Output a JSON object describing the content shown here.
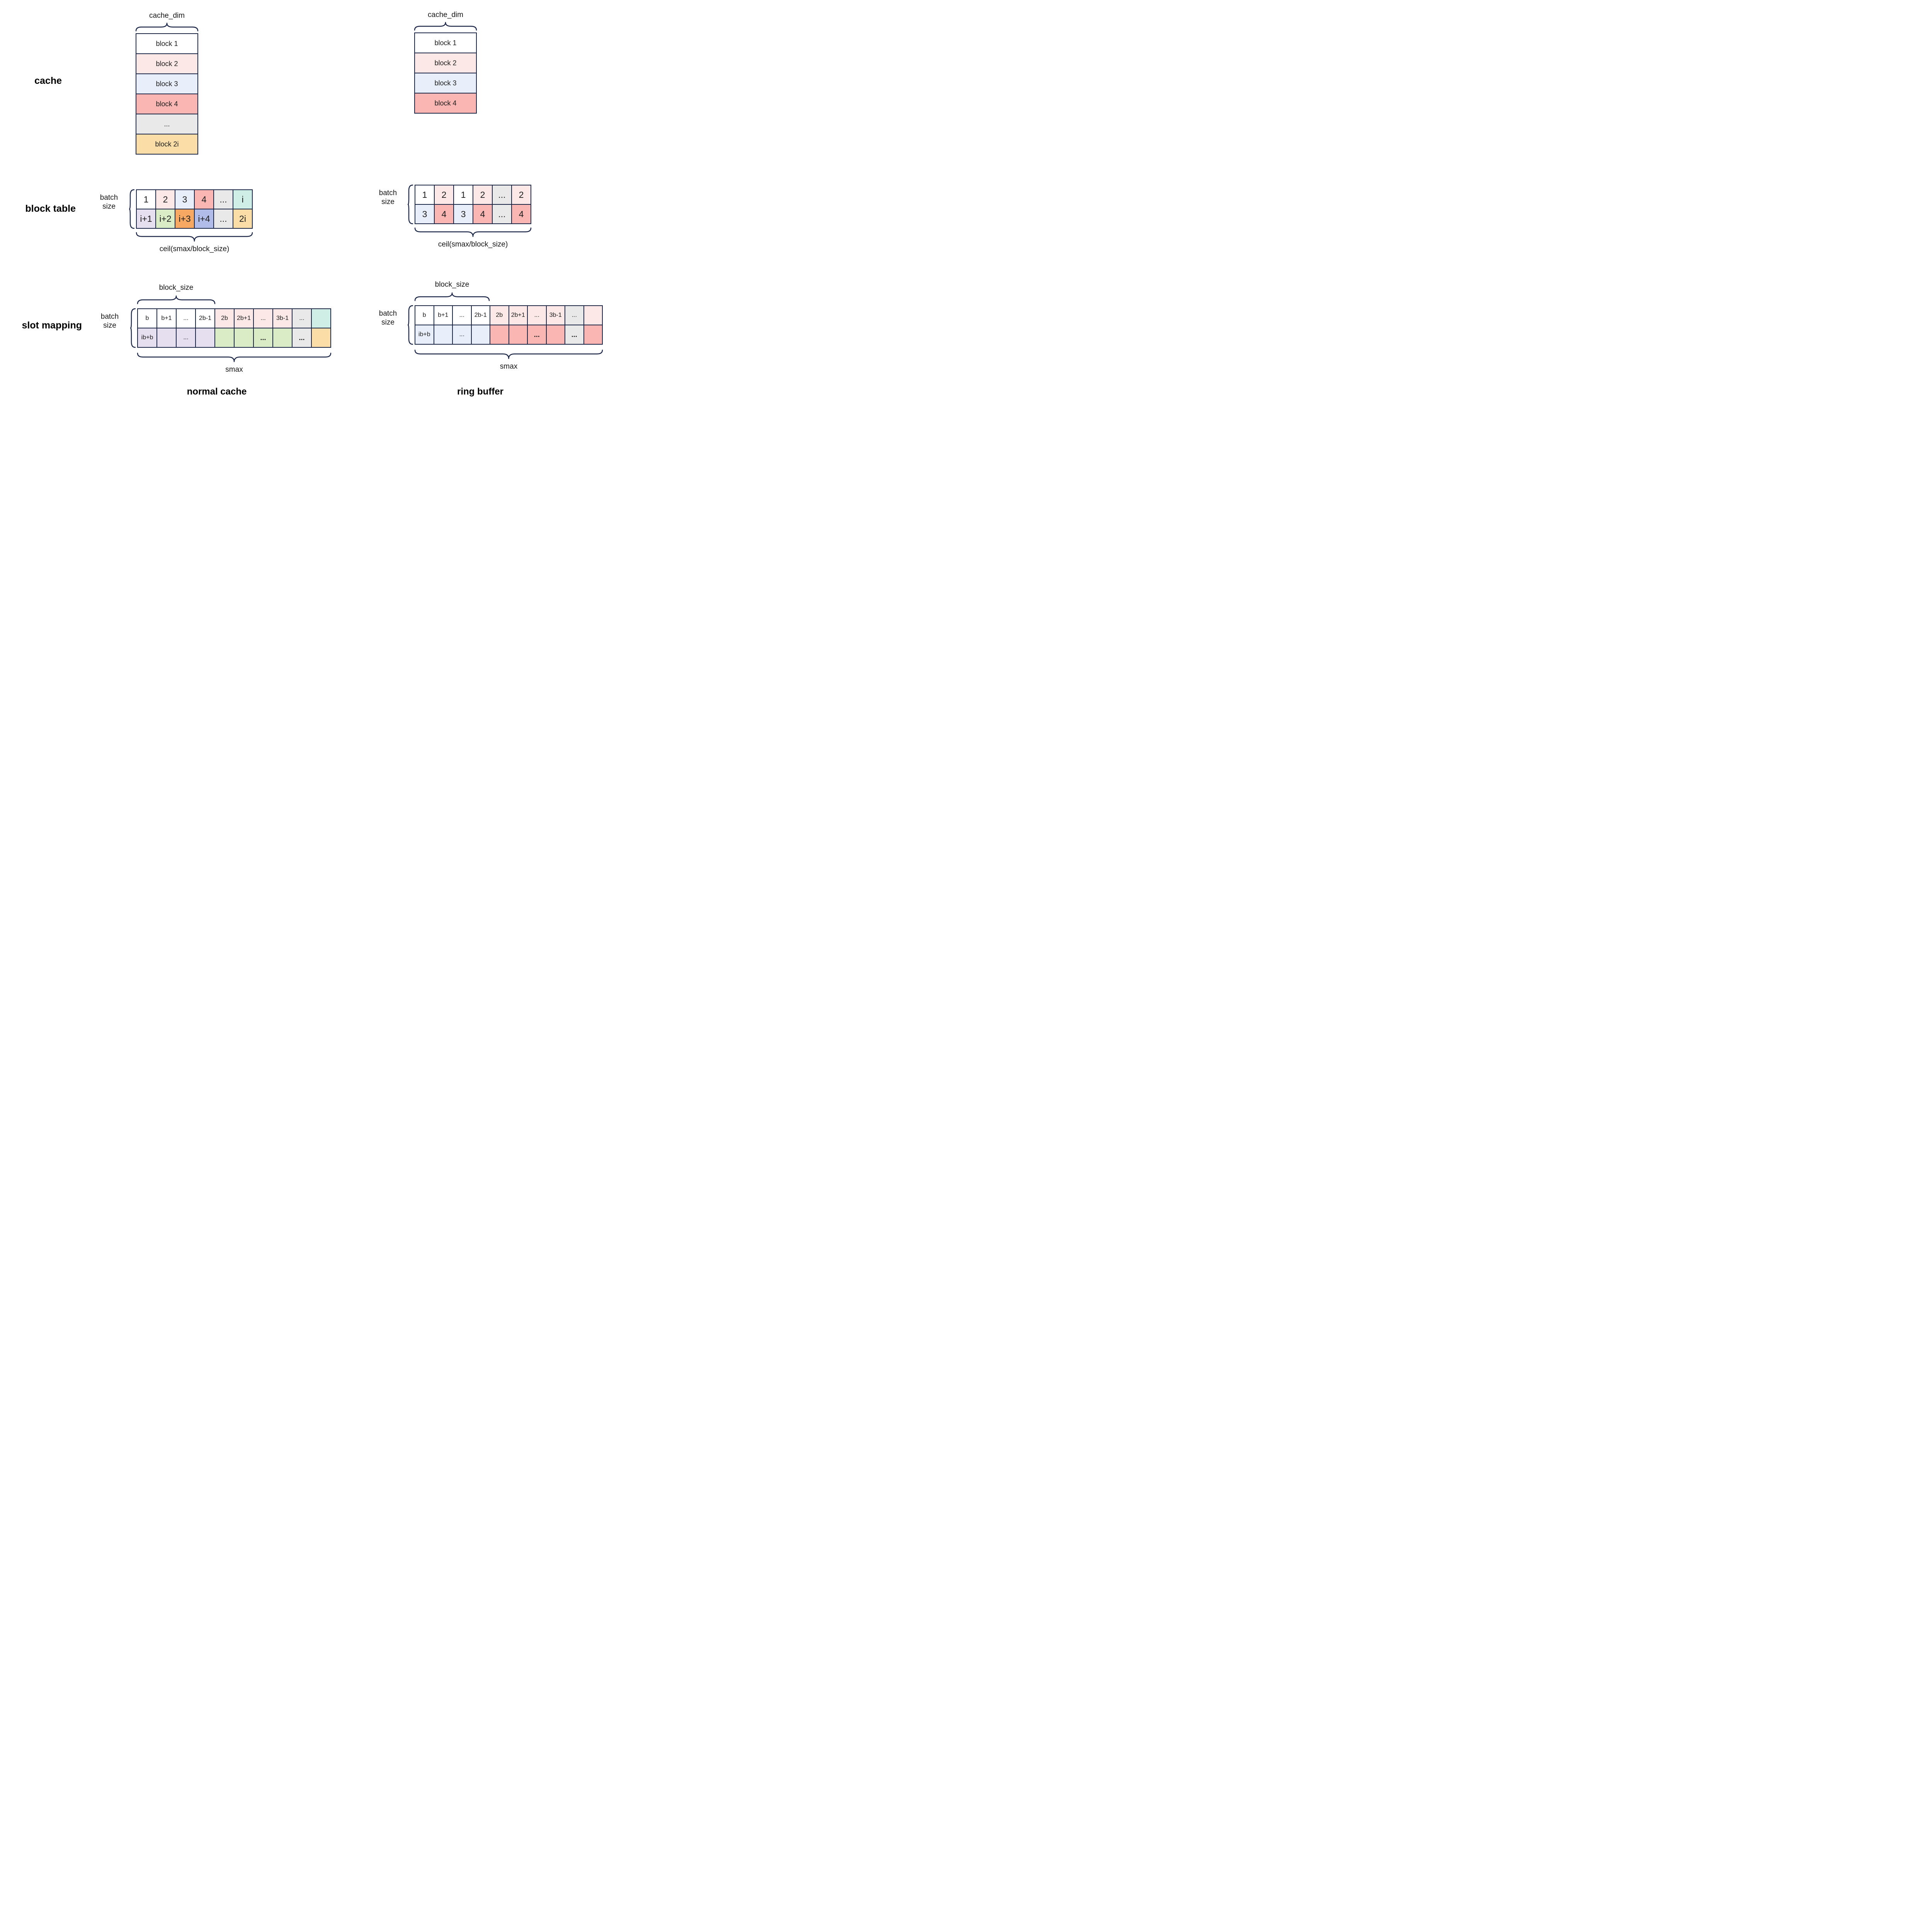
{
  "colors": {
    "white": "#ffffff",
    "pink": "#fce8e6",
    "blue": "#e8eefa",
    "salmon": "#f9b6b2",
    "gray": "#e9e9e9",
    "tan": "#fbdda8",
    "teal": "#cfeee6",
    "lavender": "#e5dff0",
    "green": "#d9ecc6",
    "orange": "#f7a963",
    "periwinkle": "#b2bce8",
    "line": "#1b2546"
  },
  "labels": {
    "cache": "cache",
    "block_table": "block table",
    "slot_mapping": "slot mapping",
    "cache_dim": "cache_dim",
    "batch": "batch",
    "size": "size",
    "ceil": "ceil(smax/block_size)",
    "block_size": "block_size",
    "smax": "smax",
    "normal_cache": "normal cache",
    "ring_buffer": "ring buffer"
  },
  "normal": {
    "cache": [
      [
        {
          "t": "block 1",
          "c": "white"
        }
      ],
      [
        {
          "t": "block 2",
          "c": "pink"
        }
      ],
      [
        {
          "t": "block 3",
          "c": "blue"
        }
      ],
      [
        {
          "t": "block 4",
          "c": "salmon"
        }
      ],
      [
        {
          "t": "...",
          "c": "gray"
        }
      ],
      [
        {
          "t": "block 2i",
          "c": "tan"
        }
      ]
    ],
    "block_table": [
      [
        {
          "t": "1",
          "c": "white"
        },
        {
          "t": "2",
          "c": "pink"
        },
        {
          "t": "3",
          "c": "blue"
        },
        {
          "t": "4",
          "c": "salmon"
        },
        {
          "t": "...",
          "c": "gray"
        },
        {
          "t": "i",
          "c": "teal"
        }
      ],
      [
        {
          "t": "i+1",
          "c": "lavender"
        },
        {
          "t": "i+2",
          "c": "green"
        },
        {
          "t": "i+3",
          "c": "orange"
        },
        {
          "t": "i+4",
          "c": "periwinkle"
        },
        {
          "t": "...",
          "c": "gray"
        },
        {
          "t": "2i",
          "c": "tan"
        }
      ]
    ],
    "slot_mapping": [
      [
        {
          "t": "b",
          "c": "white"
        },
        {
          "t": "b+1",
          "c": "white"
        },
        {
          "t": "...",
          "c": "white"
        },
        {
          "t": "2b-1",
          "c": "white"
        },
        {
          "t": "2b",
          "c": "pink"
        },
        {
          "t": "2b+1",
          "c": "pink"
        },
        {
          "t": "...",
          "c": "pink"
        },
        {
          "t": "3b-1",
          "c": "pink"
        },
        {
          "t": "...",
          "c": "gray"
        },
        {
          "t": "",
          "c": "teal"
        }
      ],
      [
        {
          "t": "ib+b",
          "c": "lavender"
        },
        {
          "t": "",
          "c": "lavender"
        },
        {
          "t": "...",
          "c": "lavender"
        },
        {
          "t": "",
          "c": "lavender"
        },
        {
          "t": "",
          "c": "green"
        },
        {
          "t": "",
          "c": "green"
        },
        {
          "t": "...",
          "c": "green",
          "b": true
        },
        {
          "t": "",
          "c": "green"
        },
        {
          "t": "...",
          "c": "gray",
          "b": true
        },
        {
          "t": "",
          "c": "tan"
        }
      ]
    ]
  },
  "ring": {
    "cache": [
      [
        {
          "t": "block 1",
          "c": "white"
        }
      ],
      [
        {
          "t": "block 2",
          "c": "pink"
        }
      ],
      [
        {
          "t": "block 3",
          "c": "blue"
        }
      ],
      [
        {
          "t": "block 4",
          "c": "salmon"
        }
      ]
    ],
    "block_table": [
      [
        {
          "t": "1",
          "c": "white"
        },
        {
          "t": "2",
          "c": "pink"
        },
        {
          "t": "1",
          "c": "white"
        },
        {
          "t": "2",
          "c": "pink"
        },
        {
          "t": "...",
          "c": "gray"
        },
        {
          "t": "2",
          "c": "pink"
        }
      ],
      [
        {
          "t": "3",
          "c": "blue"
        },
        {
          "t": "4",
          "c": "salmon"
        },
        {
          "t": "3",
          "c": "blue"
        },
        {
          "t": "4",
          "c": "salmon"
        },
        {
          "t": "...",
          "c": "gray"
        },
        {
          "t": "4",
          "c": "salmon"
        }
      ]
    ],
    "slot_mapping": [
      [
        {
          "t": "b",
          "c": "white"
        },
        {
          "t": "b+1",
          "c": "white"
        },
        {
          "t": "...",
          "c": "white"
        },
        {
          "t": "2b-1",
          "c": "white"
        },
        {
          "t": "2b",
          "c": "pink"
        },
        {
          "t": "2b+1",
          "c": "pink"
        },
        {
          "t": "...",
          "c": "pink"
        },
        {
          "t": "3b-1",
          "c": "pink"
        },
        {
          "t": "...",
          "c": "gray"
        },
        {
          "t": "",
          "c": "pink"
        }
      ],
      [
        {
          "t": "ib+b",
          "c": "blue"
        },
        {
          "t": "",
          "c": "blue"
        },
        {
          "t": "...",
          "c": "blue"
        },
        {
          "t": "",
          "c": "blue"
        },
        {
          "t": "",
          "c": "salmon"
        },
        {
          "t": "",
          "c": "salmon"
        },
        {
          "t": "...",
          "c": "salmon",
          "b": true
        },
        {
          "t": "",
          "c": "salmon"
        },
        {
          "t": "...",
          "c": "gray",
          "b": true
        },
        {
          "t": "",
          "c": "salmon"
        }
      ]
    ]
  }
}
